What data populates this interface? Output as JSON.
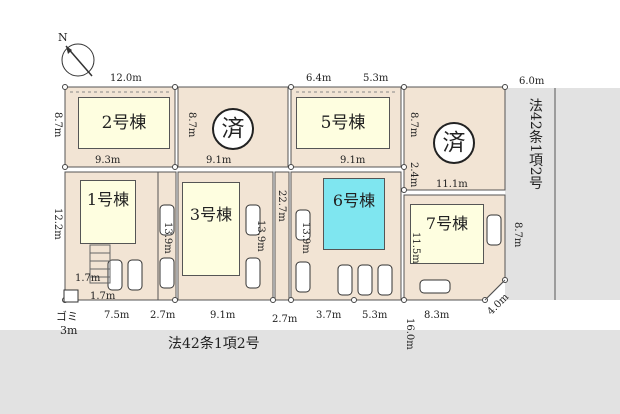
{
  "compass": {
    "label": "N"
  },
  "roads": {
    "south": "法42条1項2号",
    "east": "法42条1項2号"
  },
  "garbage": {
    "label_1": "ゴミ",
    "label_2": "3m"
  },
  "lots": [
    {
      "id": "2",
      "name": "2号棟",
      "status": "available"
    },
    {
      "id": "A",
      "name": "",
      "status": "sold",
      "sold_mark": "済"
    },
    {
      "id": "5",
      "name": "5号棟",
      "status": "available"
    },
    {
      "id": "B",
      "name": "",
      "status": "sold",
      "sold_mark": "済"
    },
    {
      "id": "1",
      "name": "1号棟",
      "status": "available"
    },
    {
      "id": "3",
      "name": "3号棟",
      "status": "available"
    },
    {
      "id": "6",
      "name": "6号棟",
      "status": "highlighted"
    },
    {
      "id": "7",
      "name": "7号棟",
      "status": "available"
    }
  ],
  "dimensions": {
    "top_12_0": "12.0m",
    "top_6_4": "6.4m",
    "top_5_3": "5.3m",
    "top_6_0": "6.0m",
    "left_8_7": "8.7m",
    "mid_8_7_a": "8.7m",
    "mid_8_7_b": "8.7m",
    "row1_9_3": "9.3m",
    "row1_9_1_a": "9.1m",
    "row1_9_1_b": "9.1m",
    "v_2_4": "2.4m",
    "v_11_1": "11.1m",
    "left_12_2": "12.2m",
    "v_13_9_a": "13.9m",
    "v_13_9_b": "13.9m",
    "v_22_7": "22.7m",
    "v_13_9_c": "13.9m",
    "v_11_5": "11.5m",
    "right_8_7": "8.7m",
    "b_1_7_a": "1.7m",
    "b_1_7_b": "1.7m",
    "b_7_5": "7.5m",
    "b_2_7_a": "2.7m",
    "b_9_1": "9.1m",
    "b_2_7_b": "2.7m",
    "b_3_7": "3.7m",
    "b_5_3": "5.3m",
    "b_8_3": "8.3m",
    "b_4_0": "4.0m",
    "v_16_0": "16.0m"
  }
}
